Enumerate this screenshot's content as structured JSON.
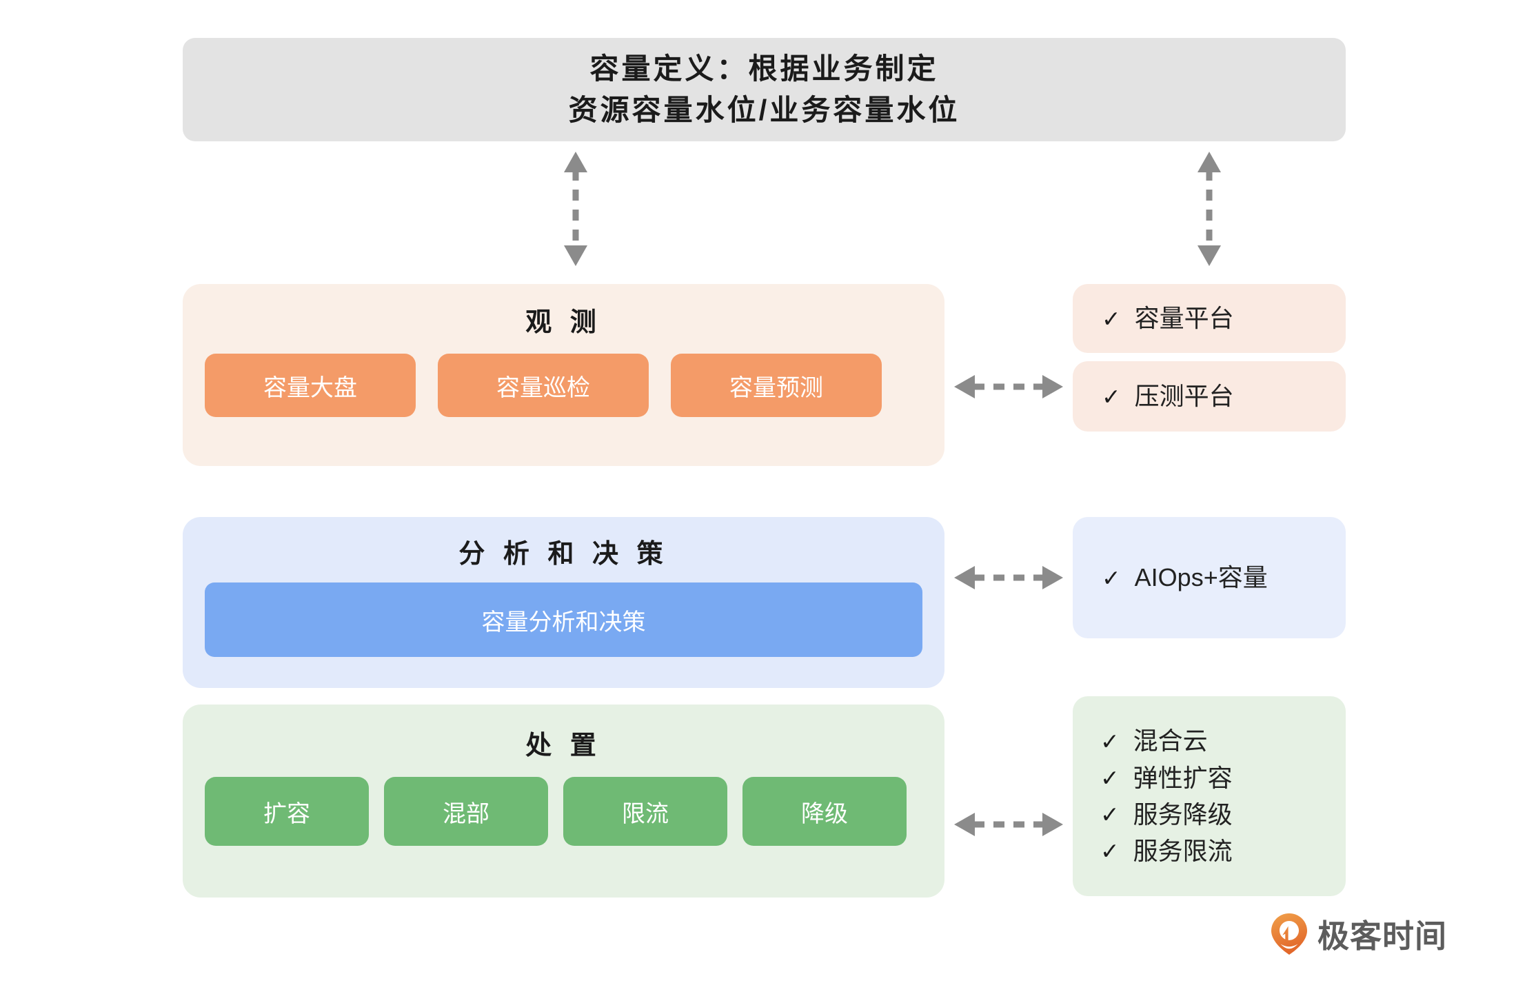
{
  "header": {
    "line1": "容量定义：根据业务制定",
    "line2": "资源容量水位/业务容量水位"
  },
  "sections": [
    {
      "id": "observe",
      "title": "观 测",
      "chips": [
        "容量大盘",
        "容量巡检",
        "容量预测"
      ]
    },
    {
      "id": "analyse",
      "title": "分 析 和 决 策",
      "chips": [
        "容量分析和决策"
      ]
    },
    {
      "id": "dispose",
      "title": "处 置",
      "chips": [
        "扩容",
        "混部",
        "限流",
        "降级"
      ]
    }
  ],
  "side_cards": {
    "capacity_platform": {
      "items": [
        "容量平台"
      ]
    },
    "stress_platform": {
      "items": [
        "压测平台"
      ]
    },
    "aiops": {
      "items": [
        "AIOps+容量"
      ]
    },
    "dispose_list": {
      "items": [
        "混合云",
        "弹性扩容",
        "服务降级",
        "服务限流"
      ]
    }
  },
  "icons": {
    "check": "✓"
  },
  "brand": {
    "name": "极客时间"
  },
  "colors": {
    "header_bg": "#e3e3e3",
    "observe_bg": "#faefe7",
    "observe_chip": "#f49b68",
    "analyse_bg": "#e2eafb",
    "analyse_chip": "#79a9f2",
    "dispose_bg": "#e6f1e4",
    "dispose_chip": "#6fba74",
    "arrow": "#8b8b8b",
    "brand_orange": "#e8772e",
    "brand_text": "#5c5c5c"
  }
}
